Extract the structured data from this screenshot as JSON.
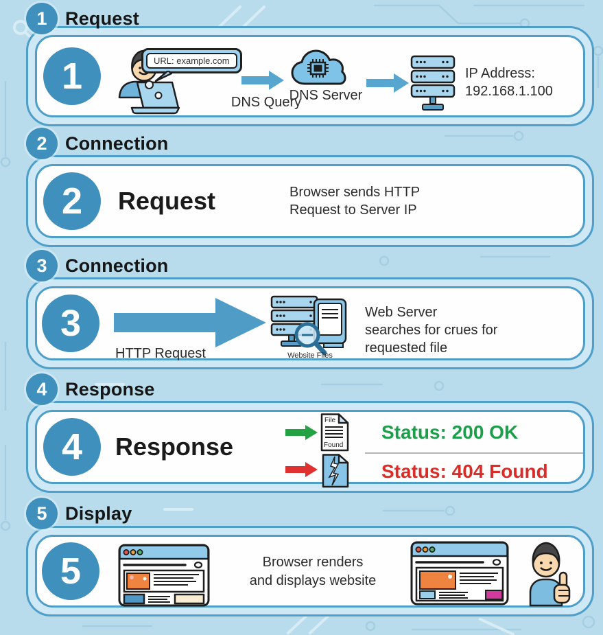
{
  "colors": {
    "background": "#b8dcec",
    "panel_fill": "#cfe8f5",
    "panel_border": "#4d9ec9",
    "badge_blue": "#4090bd",
    "arrow_blue": "#57a6cf",
    "ok_green": "#1c9e4a",
    "error_red": "#d92d28",
    "browser_bar_blue": "#92cbe9",
    "orange_block": "#ee8440",
    "magenta_block": "#d23a9d",
    "cream_block": "#f8ecd2"
  },
  "steps": [
    {
      "number": "1",
      "header_label": "Request",
      "bubble_text": "URL: example.com",
      "dns_query_label": "DNS Query",
      "dns_server_label": "DNS Server",
      "ip_label_line1": "IP Address:",
      "ip_label_line2": "192.168.1.100"
    },
    {
      "number": "2",
      "header_label": "Connection",
      "title": "Request",
      "desc_line1": "Browser sends HTTP",
      "desc_line2": "Request to Server IP"
    },
    {
      "number": "3",
      "header_label": "Connection",
      "arrow_label": "HTTP Request",
      "server_caption": "Website Files",
      "desc_line1": "Web Server",
      "desc_line2": "searches for crues for",
      "desc_line3": "requested file"
    },
    {
      "number": "4",
      "header_label": "Response",
      "title": "Response",
      "file_icon_line1": "File",
      "file_icon_line2": "Found",
      "status_success": "Status: 200 OK",
      "status_error": "Status: 404 Found"
    },
    {
      "number": "5",
      "header_label": "Display",
      "desc_line1": "Browser renders",
      "desc_line2": "and displays website"
    }
  ]
}
